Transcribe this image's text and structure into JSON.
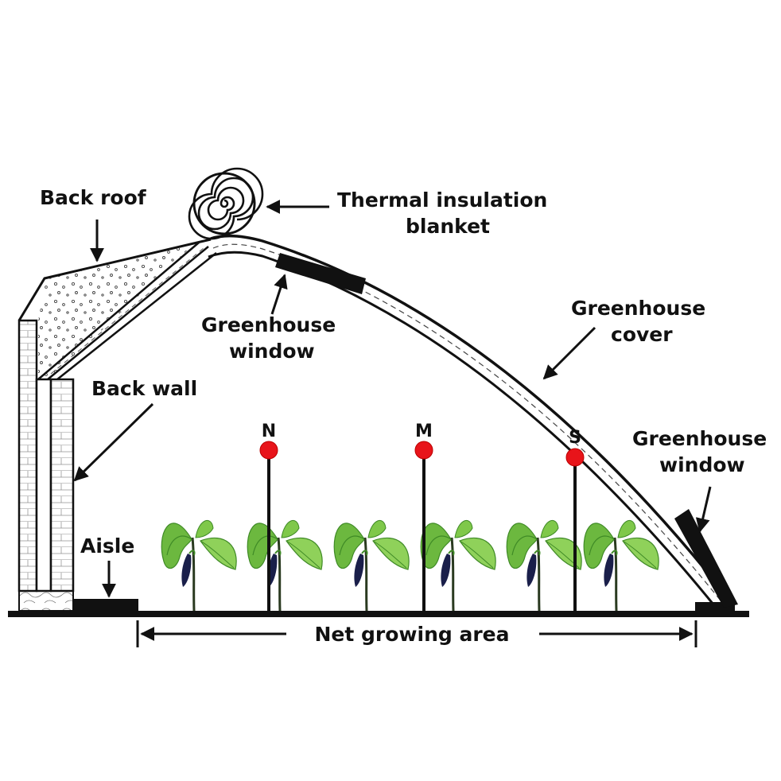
{
  "labels": {
    "back_roof": "Back roof",
    "thermal_blanket": [
      "Thermal insulation",
      "blanket"
    ],
    "top_window": [
      "Greenhouse",
      "window"
    ],
    "cover": [
      "Greenhouse",
      "cover"
    ],
    "back_wall": "Back wall",
    "front_window": [
      "Greenhouse",
      "window"
    ],
    "aisle": "Aisle",
    "net_growing_area": "Net growing area"
  },
  "sensors": [
    {
      "label": "N"
    },
    {
      "label": "M"
    },
    {
      "label": "S"
    }
  ],
  "colors": {
    "line": "#111111",
    "sensor": "#e8141a",
    "leaf_light": "#7fc84a",
    "leaf_dark": "#3f8a26",
    "fruit": "#1a1f4a",
    "stem": "#2a3a20"
  },
  "plants": {
    "count": 6
  }
}
